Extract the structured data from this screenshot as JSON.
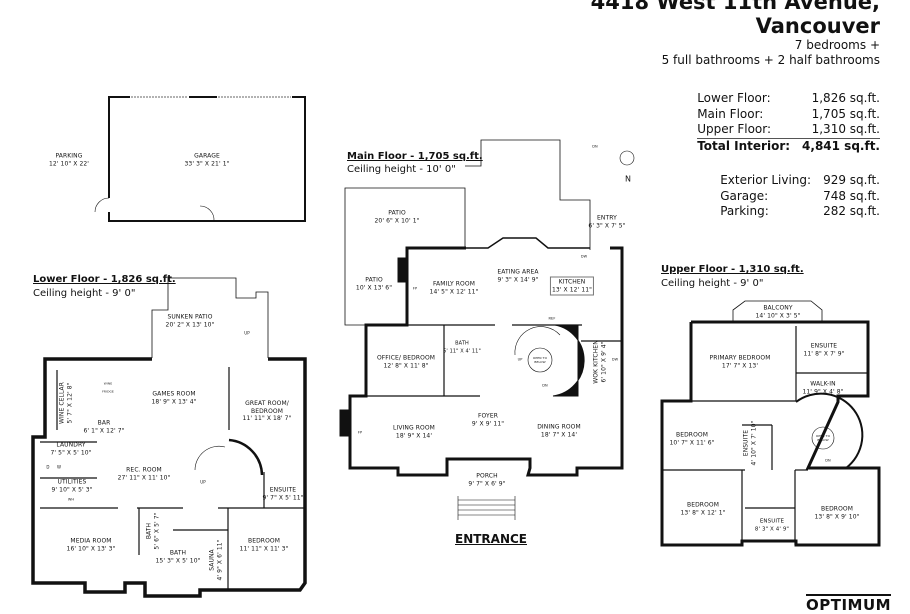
{
  "header": {
    "title_line1": "4418 West 11th Avenue,",
    "title_line2": "Vancouver",
    "bedrooms": "7 bedrooms +",
    "bathrooms": "5 full bathrooms + 2 half bathrooms"
  },
  "stats": [
    {
      "label": "Lower Floor:",
      "value": "1,826 sq.ft."
    },
    {
      "label": "Main Floor:",
      "value": "1,705 sq.ft."
    },
    {
      "label": "Upper Floor:",
      "value": "1,310 sq.ft."
    },
    {
      "label": "Total Interior:",
      "value": "4,841 sq.ft."
    }
  ],
  "exterior_stats": [
    {
      "label": "Exterior Living:",
      "value": "929 sq.ft."
    },
    {
      "label": "Garage:",
      "value": "748 sq.ft."
    },
    {
      "label": "Parking:",
      "value": "282 sq.ft."
    }
  ],
  "garage": {
    "parking": {
      "name": "PARKING",
      "dim": "12' 10\" X 22'"
    },
    "garage": {
      "name": "GARAGE",
      "dim": "33' 3\" X 21' 1\""
    }
  },
  "lower": {
    "title": "Lower Floor - 1,826 sq.ft.",
    "ceiling": "Ceiling height - 9' 0\"",
    "rooms": {
      "sunken_patio": {
        "name": "SUNKEN PATIO",
        "dim": "20' 2\" X 13' 10\""
      },
      "games_room": {
        "name": "GAMES ROOM",
        "dim": "18' 9\" X 13' 4\""
      },
      "great_room": {
        "name": "GREAT ROOM/ BEDROOM",
        "dim": "11' 11\" X 18' 7\""
      },
      "wine_cellar": {
        "name": "WINE CELLAR",
        "dim": "5' 7\" X 12' 8\""
      },
      "bar": {
        "name": "BAR",
        "dim": "6' 1\" X 12' 7\""
      },
      "laundry": {
        "name": "LAUNDRY",
        "dim": "7' 5\" X 5' 10\""
      },
      "utilities": {
        "name": "UTILITIES",
        "dim": "9' 10\" X 5' 3\""
      },
      "rec_room": {
        "name": "REC. ROOM",
        "dim": "27' 11\" X 11' 10\""
      },
      "ensuite": {
        "name": "ENSUITE",
        "dim": "9' 7\" X 5' 11\""
      },
      "media_room": {
        "name": "MEDIA ROOM",
        "dim": "16' 10\" X 13' 3\""
      },
      "bath_small": {
        "name": "BATH",
        "dim": "5' 6\" X 5' 7\""
      },
      "bath": {
        "name": "BATH",
        "dim": "15' 3\" X 5' 10\""
      },
      "sauna": {
        "name": "SAUNA",
        "dim": "4' 9\" X 6' 11\""
      },
      "bedroom": {
        "name": "BEDROOM",
        "dim": "11' 11\" X 11' 3\""
      }
    },
    "marks": {
      "up": "UP",
      "up2": "UP",
      "wine_fridge": "WINE FRIDGE",
      "dryer": "D",
      "washer": "W",
      "water_heater": "WH"
    }
  },
  "main": {
    "title": "Main Floor - 1,705 sq.ft.",
    "ceiling": "Ceiling height - 10' 0\"",
    "rooms": {
      "patio1": {
        "name": "PATIO",
        "dim": "20' 6\" X 10' 1\""
      },
      "patio2": {
        "name": "PATIO",
        "dim": "10' X 13' 6\""
      },
      "entry": {
        "name": "ENTRY",
        "dim": "6' 3\" X 7' 5\""
      },
      "family_room": {
        "name": "FAMILY ROOM",
        "dim": "14' 5\" X 12' 11\""
      },
      "eating_area": {
        "name": "EATING AREA",
        "dim": "9' 3\" X 14' 9\""
      },
      "kitchen": {
        "name": "KITCHEN",
        "dim": "13' X 12' 11\""
      },
      "office": {
        "name": "OFFICE/ BEDROOM",
        "dim": "12' 8\" X 11' 8\""
      },
      "bath": {
        "name": "BATH",
        "dim": "5' 11\" X 4' 11\""
      },
      "wok_kitchen": {
        "name": "WOK KITCHEN",
        "dim": "6' 10\" X 9' 4\""
      },
      "living_room": {
        "name": "LIVING ROOM",
        "dim": "18' 9\" X 14'"
      },
      "foyer": {
        "name": "FOYER",
        "dim": "9' X 9' 11\""
      },
      "dining_room": {
        "name": "DINING ROOM",
        "dim": "18' 7\" X 14'"
      },
      "porch": {
        "name": "PORCH",
        "dim": "9' 7\" X 6' 9\""
      }
    },
    "marks": {
      "open_to_below": "OPEN TO BELOW",
      "up": "UP",
      "dn": "DN",
      "dn_stairs": "DN",
      "fp1": "FP",
      "fp2": "FP",
      "ref": "REF",
      "dw": "DW",
      "dw2": "DW"
    },
    "entrance": "ENTRANCE",
    "compass": "N"
  },
  "upper": {
    "title": "Upper Floor - 1,310 sq.ft.",
    "ceiling": "Ceiling height - 9' 0\"",
    "rooms": {
      "balcony": {
        "name": "BALCONY",
        "dim": "14' 10\" X 3' 5\""
      },
      "primary": {
        "name": "PRIMARY BEDROOM",
        "dim": "17' 7\" X 13'"
      },
      "ensuite1": {
        "name": "ENSUITE",
        "dim": "11' 8\" X 7' 9\""
      },
      "walkin": {
        "name": "WALK-IN",
        "dim": "11' 9\" X 4' 8\""
      },
      "bedroom1": {
        "name": "BEDROOM",
        "dim": "10' 7\" X 11' 6\""
      },
      "ensuite2": {
        "name": "ENSUITE",
        "dim": "4' 10\" X 7' 10\""
      },
      "bedroom2": {
        "name": "BEDROOM",
        "dim": "13' 8\" X 12' 1\""
      },
      "ensuite3": {
        "name": "ENSUITE",
        "dim": "8' 3\" X 4' 9\""
      },
      "bedroom3": {
        "name": "BEDROOM",
        "dim": "13' 8\" X 9' 10\""
      }
    },
    "marks": {
      "open_to_below": "OPEN TO BELOW",
      "dn": "DN"
    }
  },
  "logo": "OPTIMUM"
}
